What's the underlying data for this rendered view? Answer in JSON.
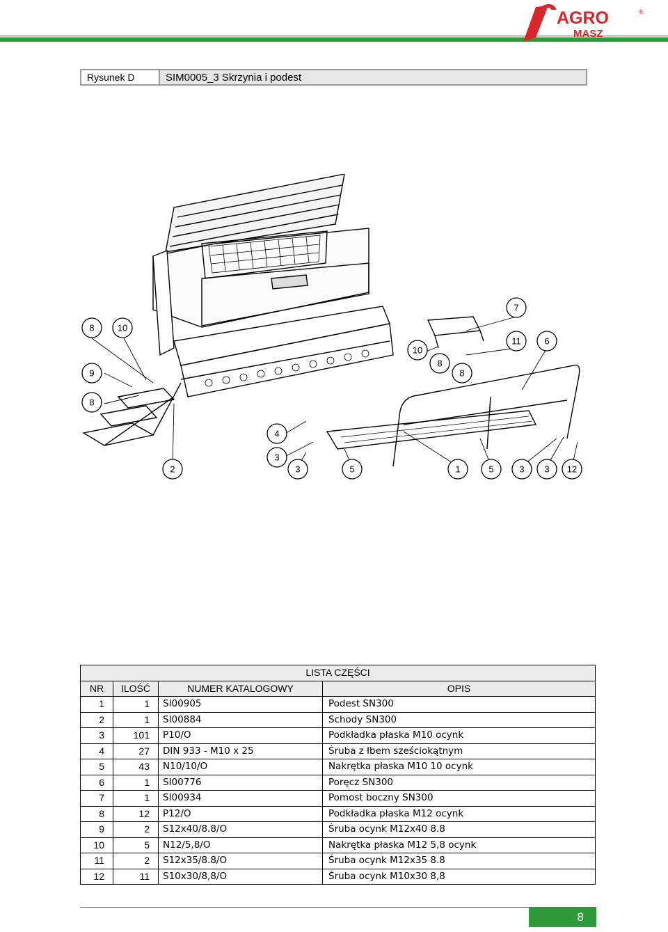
{
  "brand": {
    "top": "AGRO",
    "bottom": "MASZ",
    "mark": "®",
    "color_red": "#d8262b",
    "color_green": "#2e9a3a"
  },
  "figure": {
    "label": "Rysunek D",
    "title": "SIM0005_3 Skrzynia i podest"
  },
  "callouts": [
    "8",
    "10",
    "9",
    "8",
    "7",
    "10",
    "11",
    "6",
    "8",
    "8",
    "4",
    "3",
    "2",
    "3",
    "5",
    "1",
    "5",
    "3",
    "3",
    "12"
  ],
  "parts_list": {
    "caption": "LISTA CZĘŚCI",
    "headers": {
      "nr": "NR",
      "qty": "ILOŚĆ",
      "catalog": "NUMER KATALOGOWY",
      "desc": "OPIS"
    },
    "rows": [
      {
        "nr": "1",
        "qty": "1",
        "catalog": "SI00905",
        "desc": "Podest SN300"
      },
      {
        "nr": "2",
        "qty": "1",
        "catalog": "SI00884",
        "desc": "Schody SN300"
      },
      {
        "nr": "3",
        "qty": "101",
        "catalog": "P10/O",
        "desc": "Podkładka płaska M10 ocynk"
      },
      {
        "nr": "4",
        "qty": "27",
        "catalog": "DIN 933 - M10  x 25",
        "desc": "Śruba z łbem sześciokątnym"
      },
      {
        "nr": "5",
        "qty": "43",
        "catalog": "N10/10/O",
        "desc": "Nakrętka płaska M10 10 ocynk"
      },
      {
        "nr": "6",
        "qty": "1",
        "catalog": "SI00776",
        "desc": "Poręcz SN300"
      },
      {
        "nr": "7",
        "qty": "1",
        "catalog": "SI00934",
        "desc": "Pomost boczny SN300"
      },
      {
        "nr": "8",
        "qty": "12",
        "catalog": "P12/O",
        "desc": "Podkładka płaska M12 ocynk"
      },
      {
        "nr": "9",
        "qty": "2",
        "catalog": "S12x40/8.8/O",
        "desc": "Śruba ocynk M12x40 8.8"
      },
      {
        "nr": "10",
        "qty": "5",
        "catalog": "N12/5,8/O",
        "desc": "Nakrętka płaska M12 5,8 ocynk"
      },
      {
        "nr": "11",
        "qty": "2",
        "catalog": "S12x35/8.8/O",
        "desc": "Śruba ocynk M12x35 8.8"
      },
      {
        "nr": "12",
        "qty": "11",
        "catalog": "S10x30/8,8/O",
        "desc": "Śruba ocynk M10x30 8,8"
      }
    ]
  },
  "page_number": "8"
}
